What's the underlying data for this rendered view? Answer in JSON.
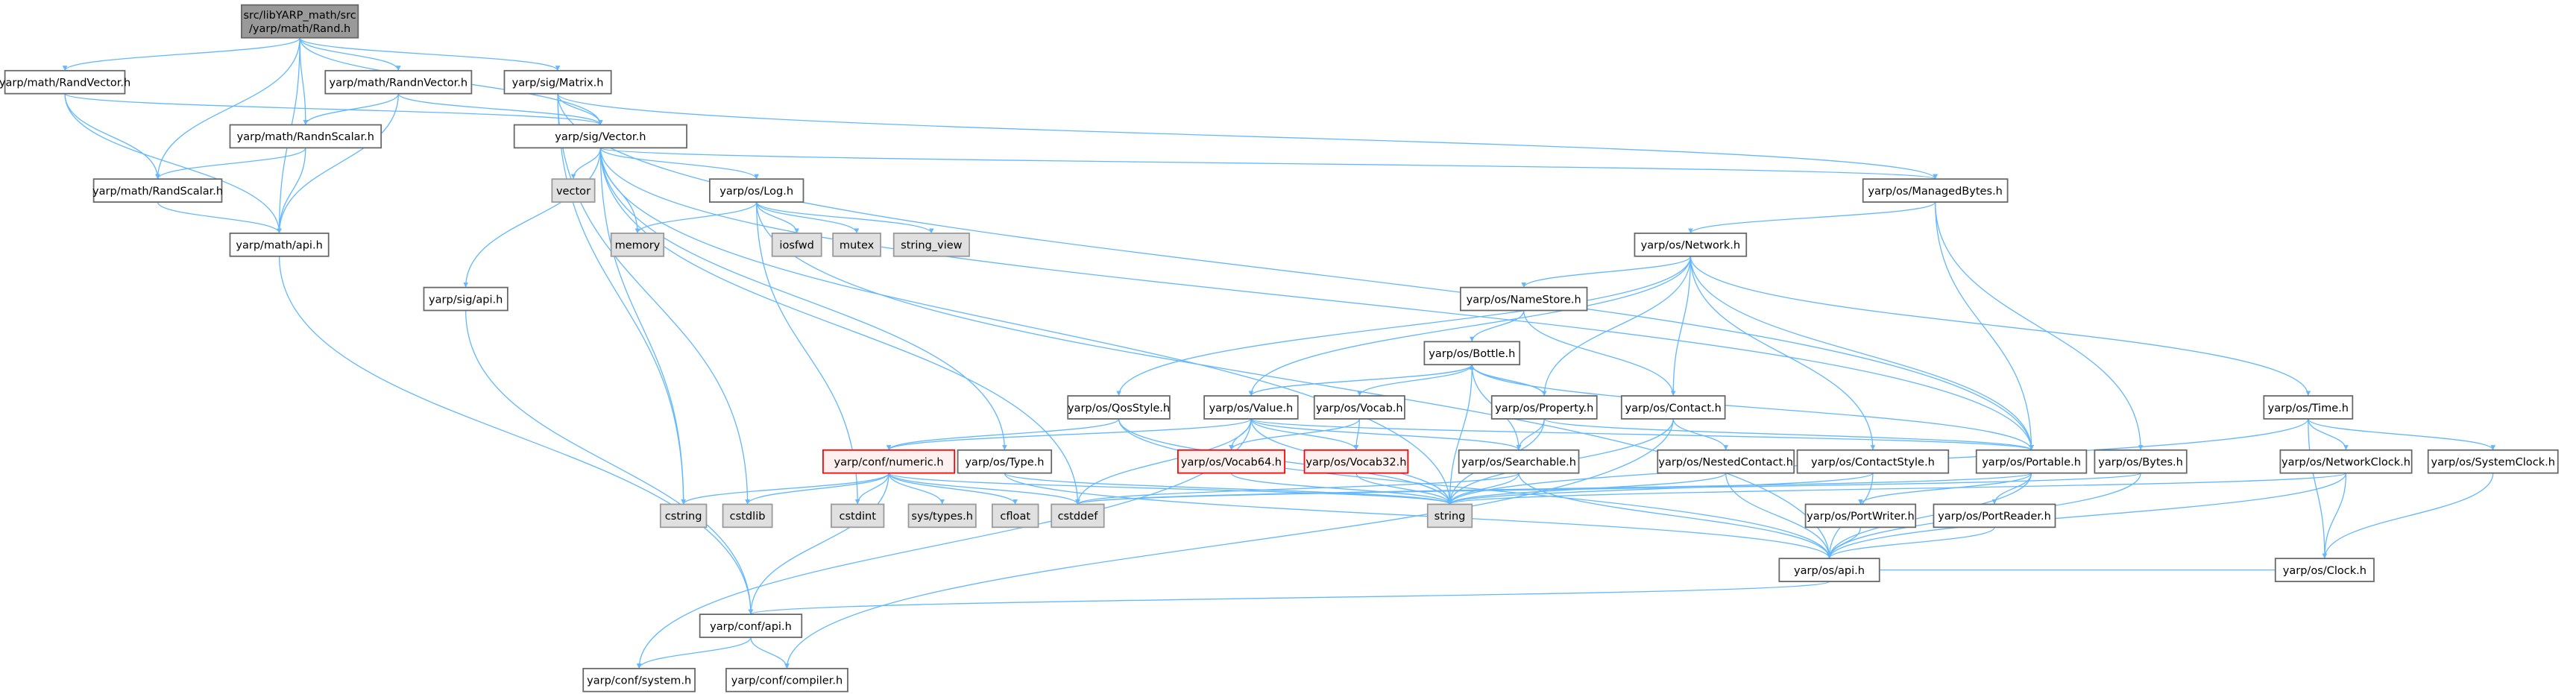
{
  "colors": {
    "edge": "#63b8ff",
    "root_fill": "#999999",
    "file_fill": "#ffffff",
    "system_fill": "#e0e0e0",
    "missing_fill": "#fff0f0",
    "missing_border": "#ff0000",
    "border": "#666666"
  },
  "nodes": [
    {
      "id": "rand",
      "kind": "root",
      "label": [
        "src/libYARP_math/src",
        "/yarp/math/Rand.h"
      ]
    },
    {
      "id": "randvector",
      "kind": "file",
      "label": [
        "yarp/math/RandVector.h"
      ]
    },
    {
      "id": "randnvector",
      "kind": "file",
      "label": [
        "yarp/math/RandnVector.h"
      ]
    },
    {
      "id": "matrix",
      "kind": "file",
      "label": [
        "yarp/sig/Matrix.h"
      ]
    },
    {
      "id": "randnscalar",
      "kind": "file",
      "label": [
        "yarp/math/RandnScalar.h"
      ]
    },
    {
      "id": "vector_h",
      "kind": "file",
      "label": [
        "yarp/sig/Vector.h"
      ]
    },
    {
      "id": "randscalar",
      "kind": "file",
      "label": [
        "yarp/math/RandScalar.h"
      ]
    },
    {
      "id": "vector",
      "kind": "system",
      "label": [
        "vector"
      ]
    },
    {
      "id": "log",
      "kind": "file",
      "label": [
        "yarp/os/Log.h"
      ]
    },
    {
      "id": "mathapi",
      "kind": "file",
      "label": [
        "yarp/math/api.h"
      ]
    },
    {
      "id": "memory",
      "kind": "system",
      "label": [
        "memory"
      ]
    },
    {
      "id": "iosfwd",
      "kind": "system",
      "label": [
        "iosfwd"
      ]
    },
    {
      "id": "mutex",
      "kind": "system",
      "label": [
        "mutex"
      ]
    },
    {
      "id": "string_view",
      "kind": "system",
      "label": [
        "string_view"
      ]
    },
    {
      "id": "managedbytes",
      "kind": "file",
      "label": [
        "yarp/os/ManagedBytes.h"
      ]
    },
    {
      "id": "network",
      "kind": "file",
      "label": [
        "yarp/os/Network.h"
      ]
    },
    {
      "id": "sigapi",
      "kind": "file",
      "label": [
        "yarp/sig/api.h"
      ]
    },
    {
      "id": "namestore",
      "kind": "file",
      "label": [
        "yarp/os/NameStore.h"
      ]
    },
    {
      "id": "bottle",
      "kind": "file",
      "label": [
        "yarp/os/Bottle.h"
      ]
    },
    {
      "id": "qosstyle",
      "kind": "file",
      "label": [
        "yarp/os/QosStyle.h"
      ]
    },
    {
      "id": "value",
      "kind": "file",
      "label": [
        "yarp/os/Value.h"
      ]
    },
    {
      "id": "vocab",
      "kind": "file",
      "label": [
        "yarp/os/Vocab.h"
      ]
    },
    {
      "id": "property",
      "kind": "file",
      "label": [
        "yarp/os/Property.h"
      ]
    },
    {
      "id": "contact",
      "kind": "file",
      "label": [
        "yarp/os/Contact.h"
      ]
    },
    {
      "id": "time",
      "kind": "file",
      "label": [
        "yarp/os/Time.h"
      ]
    },
    {
      "id": "numeric",
      "kind": "missing",
      "label": [
        "yarp/conf/numeric.h"
      ]
    },
    {
      "id": "type",
      "kind": "file",
      "label": [
        "yarp/os/Type.h"
      ]
    },
    {
      "id": "vocab64",
      "kind": "missing",
      "label": [
        "yarp/os/Vocab64.h"
      ]
    },
    {
      "id": "vocab32",
      "kind": "missing",
      "label": [
        "yarp/os/Vocab32.h"
      ]
    },
    {
      "id": "searchable",
      "kind": "file",
      "label": [
        "yarp/os/Searchable.h"
      ]
    },
    {
      "id": "nestedcontact",
      "kind": "file",
      "label": [
        "yarp/os/NestedContact.h"
      ]
    },
    {
      "id": "contactstyle",
      "kind": "file",
      "label": [
        "yarp/os/ContactStyle.h"
      ]
    },
    {
      "id": "portable",
      "kind": "file",
      "label": [
        "yarp/os/Portable.h"
      ]
    },
    {
      "id": "bytes",
      "kind": "file",
      "label": [
        "yarp/os/Bytes.h"
      ]
    },
    {
      "id": "networkclock",
      "kind": "file",
      "label": [
        "yarp/os/NetworkClock.h"
      ]
    },
    {
      "id": "systemclock",
      "kind": "file",
      "label": [
        "yarp/os/SystemClock.h"
      ]
    },
    {
      "id": "cstring",
      "kind": "system",
      "label": [
        "cstring"
      ]
    },
    {
      "id": "cstdlib",
      "kind": "system",
      "label": [
        "cstdlib"
      ]
    },
    {
      "id": "cstdint",
      "kind": "system",
      "label": [
        "cstdint"
      ]
    },
    {
      "id": "systypes",
      "kind": "system",
      "label": [
        "sys/types.h"
      ]
    },
    {
      "id": "cfloat",
      "kind": "system",
      "label": [
        "cfloat"
      ]
    },
    {
      "id": "cstddef",
      "kind": "system",
      "label": [
        "cstddef"
      ]
    },
    {
      "id": "string",
      "kind": "system",
      "label": [
        "string"
      ]
    },
    {
      "id": "portwriter",
      "kind": "file",
      "label": [
        "yarp/os/PortWriter.h"
      ]
    },
    {
      "id": "portreader",
      "kind": "file",
      "label": [
        "yarp/os/PortReader.h"
      ]
    },
    {
      "id": "clock",
      "kind": "file",
      "label": [
        "yarp/os/Clock.h"
      ]
    },
    {
      "id": "osapi",
      "kind": "file",
      "label": [
        "yarp/os/api.h"
      ]
    },
    {
      "id": "confapi",
      "kind": "file",
      "label": [
        "yarp/conf/api.h"
      ]
    },
    {
      "id": "confsystem",
      "kind": "file",
      "label": [
        "yarp/conf/system.h"
      ]
    },
    {
      "id": "confcompiler",
      "kind": "file",
      "label": [
        "yarp/conf/compiler.h"
      ]
    }
  ],
  "edges": [
    [
      "rand",
      "randvector"
    ],
    [
      "rand",
      "randnvector"
    ],
    [
      "rand",
      "matrix"
    ],
    [
      "rand",
      "vector_h"
    ],
    [
      "rand",
      "randscalar"
    ],
    [
      "rand",
      "randnscalar"
    ],
    [
      "rand",
      "mathapi"
    ],
    [
      "randvector",
      "vector_h"
    ],
    [
      "randvector",
      "randscalar"
    ],
    [
      "randvector",
      "mathapi"
    ],
    [
      "randnvector",
      "randnscalar"
    ],
    [
      "randnvector",
      "vector_h"
    ],
    [
      "randnvector",
      "mathapi"
    ],
    [
      "matrix",
      "vector_h"
    ],
    [
      "matrix",
      "cstring"
    ],
    [
      "matrix",
      "cstdlib"
    ],
    [
      "matrix",
      "managedbytes"
    ],
    [
      "matrix",
      "portable"
    ],
    [
      "randnscalar",
      "randscalar"
    ],
    [
      "randnscalar",
      "mathapi"
    ],
    [
      "randscalar",
      "mathapi"
    ],
    [
      "mathapi",
      "confapi"
    ],
    [
      "sigapi",
      "confapi"
    ],
    [
      "vector_h",
      "vector"
    ],
    [
      "vector_h",
      "memory"
    ],
    [
      "vector_h",
      "log"
    ],
    [
      "vector_h",
      "sigapi"
    ],
    [
      "vector_h",
      "cstring"
    ],
    [
      "vector_h",
      "type"
    ],
    [
      "vector_h",
      "string"
    ],
    [
      "vector_h",
      "cstddef"
    ],
    [
      "vector_h",
      "managedbytes"
    ],
    [
      "vector_h",
      "portable"
    ],
    [
      "log",
      "memory"
    ],
    [
      "log",
      "iosfwd"
    ],
    [
      "log",
      "mutex"
    ],
    [
      "log",
      "string_view"
    ],
    [
      "log",
      "cstdint"
    ],
    [
      "log",
      "osapi"
    ],
    [
      "managedbytes",
      "network"
    ],
    [
      "managedbytes",
      "portable"
    ],
    [
      "managedbytes",
      "bytes"
    ],
    [
      "network",
      "namestore"
    ],
    [
      "network",
      "value"
    ],
    [
      "network",
      "property"
    ],
    [
      "network",
      "contact"
    ],
    [
      "network",
      "contactstyle"
    ],
    [
      "network",
      "portable"
    ],
    [
      "network",
      "time"
    ],
    [
      "network",
      "qosstyle"
    ],
    [
      "namestore",
      "bottle"
    ],
    [
      "namestore",
      "contact"
    ],
    [
      "bottle",
      "value"
    ],
    [
      "bottle",
      "vocab"
    ],
    [
      "bottle",
      "property"
    ],
    [
      "bottle",
      "searchable"
    ],
    [
      "bottle",
      "portable"
    ],
    [
      "bottle",
      "string"
    ],
    [
      "value",
      "bottle"
    ],
    [
      "value",
      "numeric"
    ],
    [
      "value",
      "vocab64"
    ],
    [
      "value",
      "vocab32"
    ],
    [
      "value",
      "searchable"
    ],
    [
      "value",
      "portable"
    ],
    [
      "value",
      "cstddef"
    ],
    [
      "value",
      "string"
    ],
    [
      "value",
      "confsystem"
    ],
    [
      "vocab",
      "vocab64"
    ],
    [
      "vocab",
      "vocab32"
    ],
    [
      "property",
      "bottle"
    ],
    [
      "property",
      "searchable"
    ],
    [
      "property",
      "portable"
    ],
    [
      "property",
      "string"
    ],
    [
      "contact",
      "nestedcontact"
    ],
    [
      "contact",
      "string"
    ],
    [
      "contact",
      "confcompiler"
    ],
    [
      "qosstyle",
      "numeric"
    ],
    [
      "qosstyle",
      "osapi"
    ],
    [
      "qosstyle",
      "string"
    ],
    [
      "type",
      "string"
    ],
    [
      "type",
      "osapi"
    ],
    [
      "numeric",
      "cstring"
    ],
    [
      "numeric",
      "cstdlib"
    ],
    [
      "numeric",
      "cstdint"
    ],
    [
      "numeric",
      "systypes"
    ],
    [
      "numeric",
      "cfloat"
    ],
    [
      "numeric",
      "cstddef"
    ],
    [
      "numeric",
      "confapi"
    ],
    [
      "numeric",
      "string"
    ],
    [
      "vocab64",
      "string"
    ],
    [
      "vocab32",
      "string"
    ],
    [
      "searchable",
      "cstddef"
    ],
    [
      "searchable",
      "string"
    ],
    [
      "searchable",
      "osapi"
    ],
    [
      "nestedcontact",
      "string"
    ],
    [
      "nestedcontact",
      "osapi"
    ],
    [
      "contactstyle",
      "string"
    ],
    [
      "contactstyle",
      "osapi"
    ],
    [
      "portable",
      "portwriter"
    ],
    [
      "portable",
      "portreader"
    ],
    [
      "portable",
      "osapi"
    ],
    [
      "portable",
      "cstddef"
    ],
    [
      "bytes",
      "osapi"
    ],
    [
      "bytes",
      "cstddef"
    ],
    [
      "time",
      "networkclock"
    ],
    [
      "time",
      "systemclock"
    ],
    [
      "time",
      "clock"
    ],
    [
      "time",
      "string"
    ],
    [
      "networkclock",
      "clock"
    ],
    [
      "networkclock",
      "osapi"
    ],
    [
      "networkclock",
      "string"
    ],
    [
      "systemclock",
      "clock"
    ],
    [
      "clock",
      "osapi"
    ],
    [
      "portwriter",
      "osapi"
    ],
    [
      "portreader",
      "osapi"
    ],
    [
      "osapi",
      "confapi"
    ],
    [
      "confapi",
      "confsystem"
    ],
    [
      "confapi",
      "confcompiler"
    ]
  ]
}
